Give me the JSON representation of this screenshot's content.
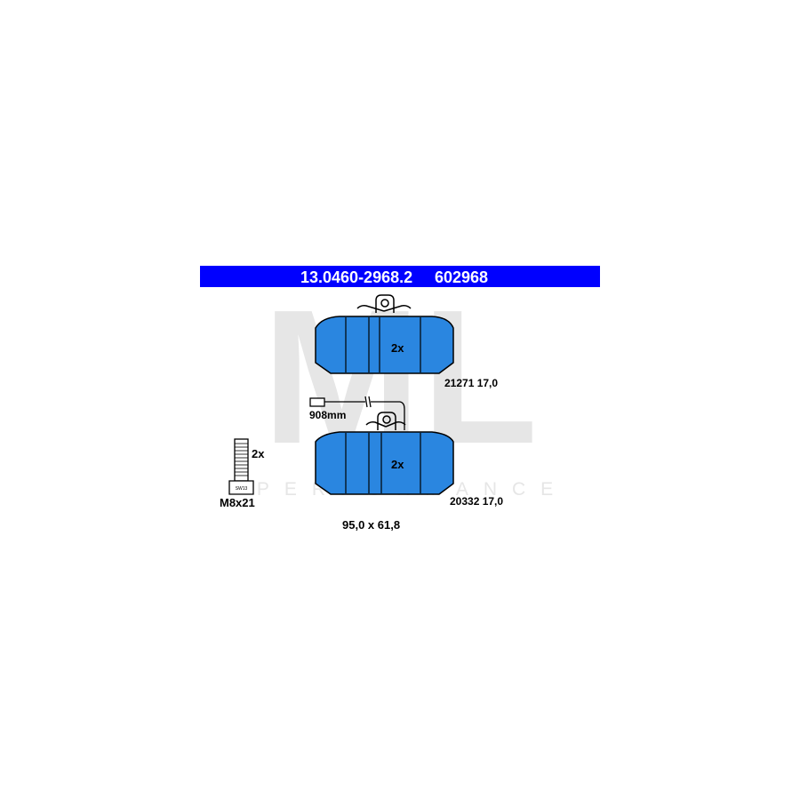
{
  "header": {
    "part_number": "13.0460-2968.2",
    "short_number": "602968",
    "background_color": "#0000ff"
  },
  "pad_top": {
    "count_label": "2x",
    "code_label": "21271 17,0",
    "fill_color": "#2a86e0"
  },
  "pad_bottom": {
    "count_label": "2x",
    "code_label": "20332 17,0",
    "fill_color": "#2a86e0"
  },
  "wear_sensor": {
    "length_label": "908mm"
  },
  "bolt": {
    "count_label": "2x",
    "size_label": "M8x21",
    "head_marking": "SW13"
  },
  "dimensions": {
    "label": "95,0 x 61,8"
  },
  "watermark": {
    "logo_text": "ML",
    "tagline": "PERFORMANCE"
  }
}
